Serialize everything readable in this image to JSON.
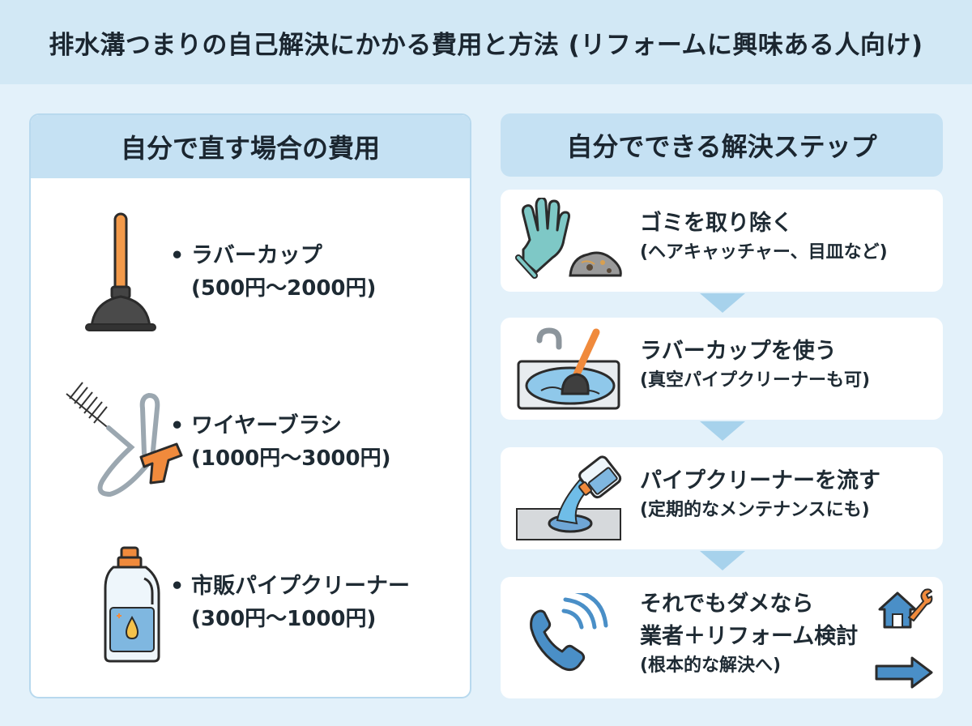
{
  "title": "排水溝つまりの自己解決にかかる費用と方法 (リフォームに興味ある人向け)",
  "left_panel": {
    "heading": "自分で直す場合の費用",
    "items": [
      {
        "bullet": "•",
        "name": "ラバーカップ",
        "price": "(500円〜2000円)",
        "icon": "plunger-icon"
      },
      {
        "bullet": "•",
        "name": "ワイヤーブラシ",
        "price": "(1000円〜3000円)",
        "icon": "wire-brush-icon"
      },
      {
        "bullet": "•",
        "name": "市販パイプクリーナー",
        "price": "(300円〜1000円)",
        "icon": "cleaner-bottle-icon"
      }
    ]
  },
  "right_panel": {
    "heading": "自分でできる解決ステップ",
    "steps": [
      {
        "title": "ゴミを取り除く",
        "sub": "(ヘアキャッチャー、目皿など)",
        "icon": "glove-debris-icon"
      },
      {
        "title": "ラバーカップを使う",
        "sub": "(真空パイプクリーナーも可)",
        "icon": "sink-plunger-icon"
      },
      {
        "title": "パイプクリーナーを流す",
        "sub": "(定期的なメンテナンスにも)",
        "icon": "pour-cleaner-icon"
      },
      {
        "title": "それでもダメなら",
        "title2": "業者＋リフォーム検討",
        "sub": "(根本的な解決へ)",
        "icon": "phone-icon"
      }
    ]
  },
  "colors": {
    "background": "#e3f1fa",
    "header": "#c5e1f3",
    "accent_blue": "#4a8fc7",
    "accent_orange": "#f08a3c"
  }
}
